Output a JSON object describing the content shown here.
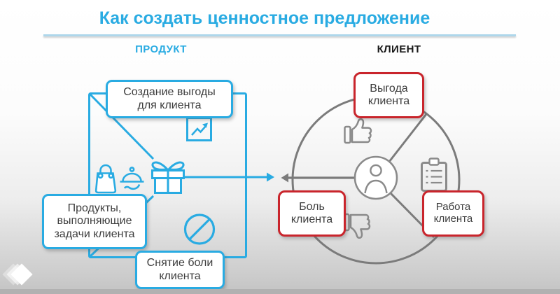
{
  "slide": {
    "title": "Как создать ценностное предложение",
    "column_product": "ПРОДУКТ",
    "column_client": "КЛИЕНТ"
  },
  "product_diagram": {
    "benefit_label": "Создание выгоды\nдля клиента",
    "products_label": "Продукты,\nвыполняющие\nзадачи клиента",
    "pain_relief_label": "Снятие боли\nклиента",
    "icons": {
      "trend": "growth-chart-icon",
      "gift": "gift-icon",
      "bag": "shopping-bag-icon",
      "dish": "served-dish-icon",
      "no_sign": "prohibition-icon"
    }
  },
  "client_diagram": {
    "benefit_label": "Выгода\nклиента",
    "pain_label": "Боль\nклиента",
    "job_label": "Работа\nклиента",
    "icons": {
      "thumb_up": "thumb-up-icon",
      "person": "person-icon",
      "clipboard": "clipboard-icon",
      "thumb_down": "thumb-down-icon"
    }
  },
  "colors": {
    "accent_blue": "#29ABE2",
    "accent_red": "#C9252C",
    "line_gray": "#7B7B7B",
    "separator_blue": "#AED7EB",
    "text_dark": "#3C3C3C"
  }
}
